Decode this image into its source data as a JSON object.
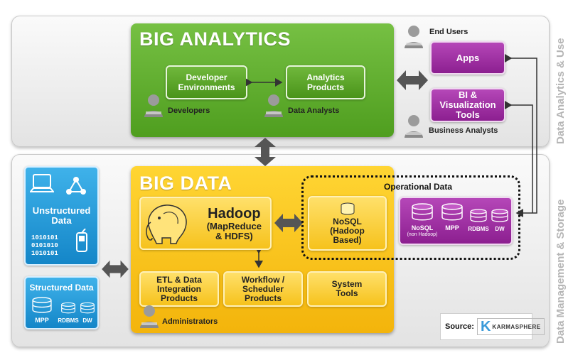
{
  "side_labels": {
    "top": "Data Analytics & Use",
    "bottom": "Data Management & Storage"
  },
  "analytics": {
    "title": "BIG ANALYTICS",
    "developer_env": "Developer\nEnvironments",
    "analytics_products": "Analytics\nProducts",
    "developers": "Developers",
    "data_analysts": "Data Analysts"
  },
  "users": {
    "end_users": "End Users",
    "business_analysts": "Business Analysts"
  },
  "purple": {
    "apps": "Apps",
    "bi": "BI &\nVisualization\nTools"
  },
  "bigdata": {
    "title": "BIG DATA",
    "hadoop_title": "Hadoop",
    "hadoop_sub": "(MapReduce\n& HDFS)",
    "nosql": "NoSQL\n(Hadoop\nBased)",
    "etl": "ETL & Data\nIntegration\nProducts",
    "workflow": "Workflow /\nScheduler\nProducts",
    "system_tools": "System\nTools",
    "administrators": "Administrators"
  },
  "operational": {
    "title": "Operational Data",
    "nosql": "NoSQL",
    "nosql_sub": "(non Hadoop)",
    "mpp": "MPP",
    "rdbms": "RDBMS",
    "dw": "DW"
  },
  "unstructured": {
    "title": "Unstructured\nData",
    "binary": "1010101\n0101010\n1010101"
  },
  "structured": {
    "title": "Structured Data",
    "mpp": "MPP",
    "rdbms": "RDBMS",
    "dw": "DW"
  },
  "source": {
    "label": "Source:",
    "logo_mark": "K",
    "logo_text": "KARMASPHERE"
  },
  "colors": {
    "green": "#5aa82a",
    "yellow": "#f7bf16",
    "purple": "#9f2fa3",
    "blue": "#1e97d8",
    "gray_text": "#b5b5b5"
  }
}
